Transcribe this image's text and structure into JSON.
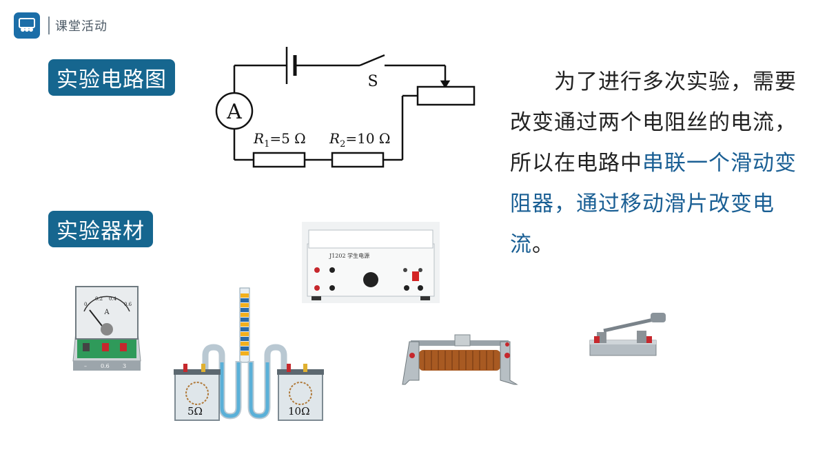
{
  "header": {
    "section_title": "课堂活动",
    "logo_icon": "classroom-people-icon"
  },
  "tags": {
    "circuit_diagram": "实验电路图",
    "equipment": "实验器材"
  },
  "circuit": {
    "ammeter_symbol": "A",
    "switch_label": "S",
    "r1_label_sym": "R",
    "r1_sub": "1",
    "r1_value": "=5 Ω",
    "r2_label_sym": "R",
    "r2_sub": "2",
    "r2_value": "=10 Ω"
  },
  "paragraph": {
    "part1": "为了进行多次实验，需要改变通过两个电阻丝的电流，所以在电路中",
    "highlight": "串联一个滑动变阻器，通过移动滑片改变电流",
    "part2": "。"
  },
  "equipment": {
    "power_supply_model": "J1202 学生电源",
    "ammeter_letter": "A",
    "ammeter_scale": [
      "0",
      "0.2",
      "0.4",
      "0.6"
    ],
    "ammeter_terminals": [
      "–",
      "0.6",
      "3"
    ],
    "container_left_label": "5Ω",
    "container_right_label": "10Ω"
  },
  "colors": {
    "accent": "#16668f",
    "highlight_text": "#1a5f94",
    "liquid": "#5ab0d8"
  }
}
